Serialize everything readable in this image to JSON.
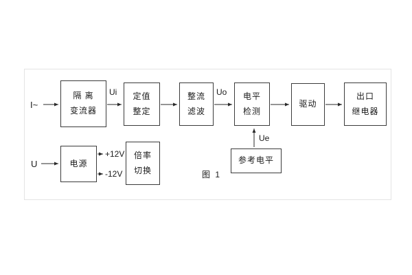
{
  "figure": {
    "caption": "图 1"
  },
  "inputs": {
    "current": "I~",
    "voltage": "U"
  },
  "signals": {
    "ui": "Ui",
    "uo": "Uo",
    "ue": "Ue",
    "plus12v": "+12V",
    "minus12v": "-12V"
  },
  "blocks": {
    "isolation_transformer": [
      "隔 离",
      "变流器"
    ],
    "setpoint_setting": [
      "定值",
      "整定"
    ],
    "rectify_filter": [
      "整流",
      "滤波"
    ],
    "level_detect": [
      "电平",
      "检测"
    ],
    "drive": [
      "驱动"
    ],
    "output_relay": [
      "出口",
      "继电器"
    ],
    "power_supply": [
      "电源"
    ],
    "ratio_switch": [
      "倍率",
      "切换"
    ],
    "reference_level": [
      "参考电平"
    ]
  }
}
